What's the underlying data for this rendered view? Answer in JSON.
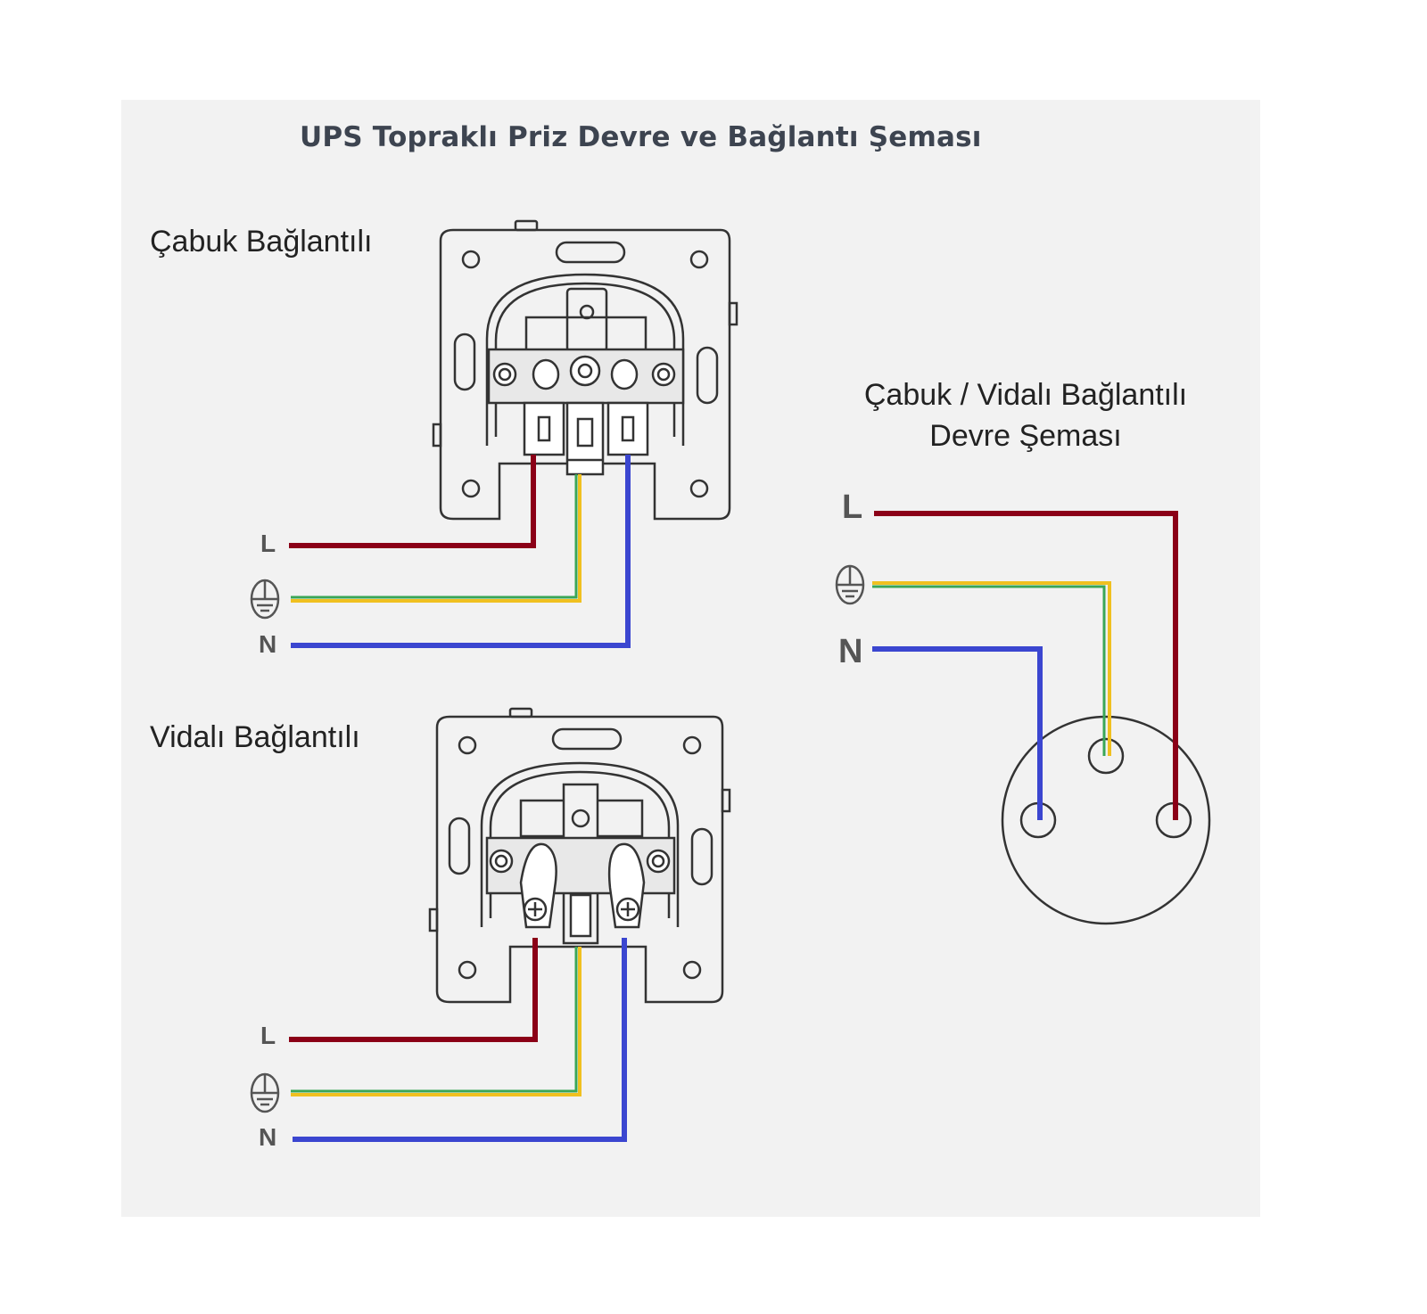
{
  "title": "UPS Topraklı Priz Devre ve Bağlantı Şeması",
  "sections": {
    "quick": {
      "label": "Çabuk Bağlantılı"
    },
    "screw": {
      "label": "Vidalı Bağlantılı"
    },
    "schematic": {
      "line1": "Çabuk / Vidalı Bağlantılı",
      "line2": "Devre Şeması"
    }
  },
  "wires": {
    "line": "L",
    "neutral": "N",
    "earth_icon": "ground-symbol-icon"
  },
  "colors": {
    "line": "#8b0017",
    "neutral": "#3b46d0",
    "earth_green": "#3aa657",
    "earth_yellow": "#f0c020",
    "panel": "#f2f2f2",
    "outline": "#333333"
  }
}
